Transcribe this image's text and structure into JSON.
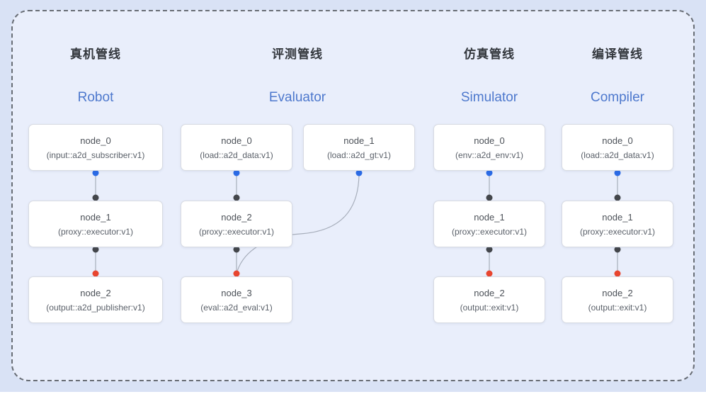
{
  "colors": {
    "wire": "#a7aebb",
    "port_blue": "#2b6be6",
    "port_black": "#43464b",
    "port_red": "#e8452f",
    "subtitle_blue": "#4d78cd",
    "panel_bg": "#e9eefb",
    "page_bg": "#d9e2f5"
  },
  "pipelines": [
    {
      "title_zh": "真机管线",
      "title_en": "Robot",
      "nodes": [
        {
          "name": "node_0",
          "type": "(input::a2d_subscriber:v1)"
        },
        {
          "name": "node_1",
          "type": "(proxy::executor:v1)"
        },
        {
          "name": "node_2",
          "type": "(output::a2d_publisher:v1)"
        }
      ]
    },
    {
      "title_zh": "评测管线",
      "title_en": "Evaluator",
      "nodes": [
        {
          "name": "node_0",
          "type": "(load::a2d_data:v1)"
        },
        {
          "name": "node_1",
          "type": "(load::a2d_gt:v1)"
        },
        {
          "name": "node_2",
          "type": "(proxy::executor:v1)"
        },
        {
          "name": "node_3",
          "type": "(eval::a2d_eval:v1)"
        }
      ]
    },
    {
      "title_zh": "仿真管线",
      "title_en": "Simulator",
      "nodes": [
        {
          "name": "node_0",
          "type": "(env::a2d_env:v1)"
        },
        {
          "name": "node_1",
          "type": "(proxy::executor:v1)"
        },
        {
          "name": "node_2",
          "type": "(output::exit:v1)"
        }
      ]
    },
    {
      "title_zh": "编译管线",
      "title_en": "Compiler",
      "nodes": [
        {
          "name": "node_0",
          "type": "(load::a2d_data:v1)"
        },
        {
          "name": "node_1",
          "type": "(proxy::executor:v1)"
        },
        {
          "name": "node_2",
          "type": "(output::exit:v1)"
        }
      ]
    }
  ]
}
